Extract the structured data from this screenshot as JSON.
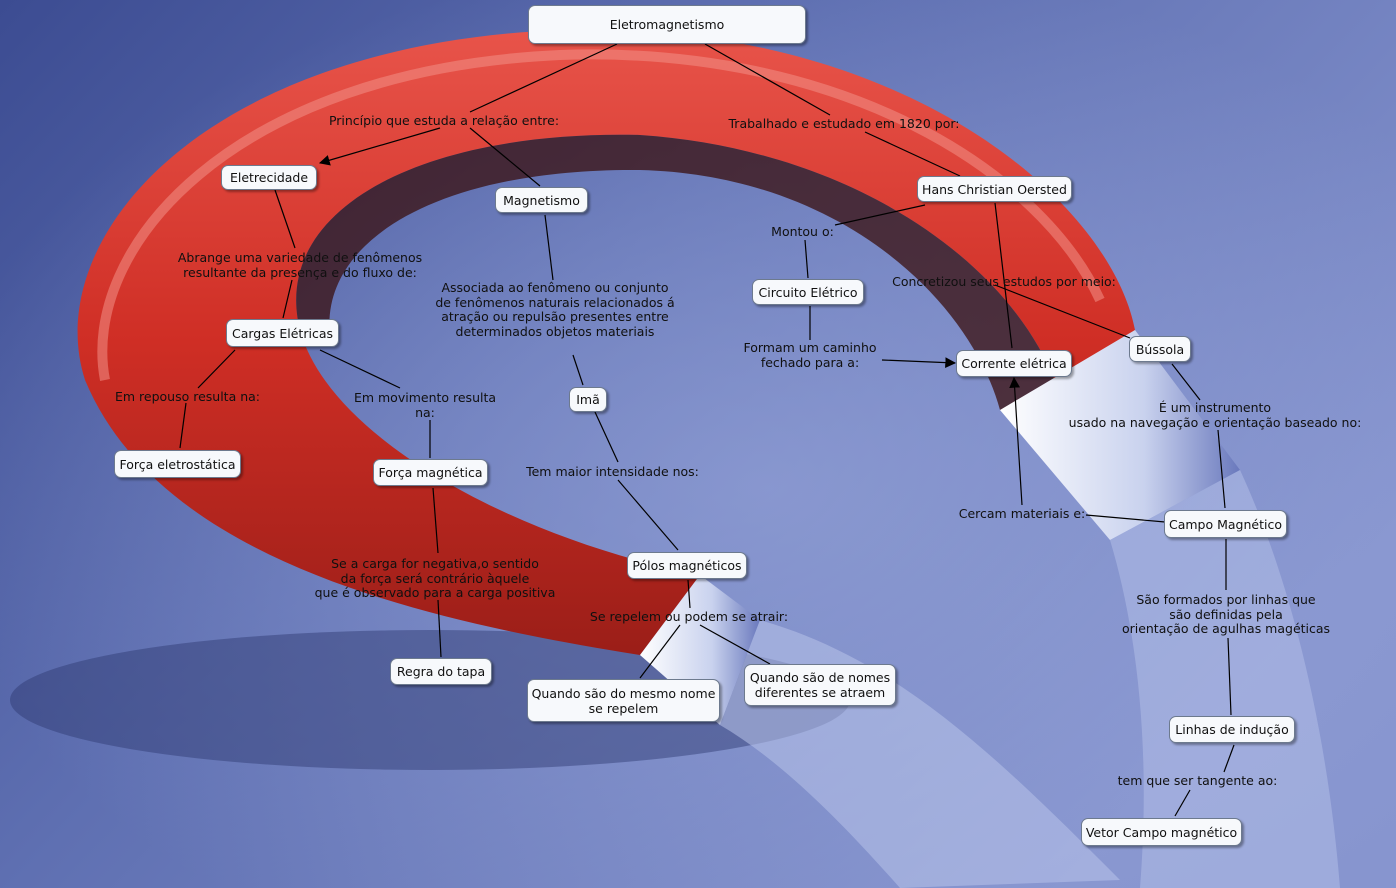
{
  "nodes": {
    "eletromagnetismo": "Eletromagnetismo",
    "eletrecidade": "Eletrecidade",
    "magnetismo": "Magnetismo",
    "hans": "Hans Christian Oersted",
    "circuito": "Circuito Elétrico",
    "cargas": "Cargas Elétricas",
    "corrente": "Corrente elétrica",
    "bussola": "Bússola",
    "ima": "Imã",
    "forca_eletro": "Força eletrostática",
    "forca_mag": "Força magnética",
    "campo": "Campo Magnético",
    "polos": "Pólos magnéticos",
    "regra": "Regra do tapa",
    "mesmo_nome": "Quando são do mesmo nome\nse repelem",
    "nomes_dif": "Quando são de nomes\ndiferentes se atraem",
    "linhas": "Linhas de indução",
    "vetor": "Vetor Campo magnético"
  },
  "labels": {
    "principio": "Princípio que estuda a relação entre:",
    "trabalhado": "Trabalhado e estudado em 1820 por:",
    "abrange": "Abrange uma variedade de fenômenos\nresultante da presença e do fluxo de:",
    "associada": "Associada ao fenômeno ou conjunto\nde fenômenos naturais relacionados á\natração ou repulsão presentes entre\ndeterminados objetos materiais",
    "repouso": "Em repouso resulta na:",
    "movimento": "Em movimento resulta\nna:",
    "tem_maior": "Tem maior intensidade nos:",
    "se_carga": "Se a carga for negativa,o sentido\nda força será contrário àquele\nque é observado para a carga positiva",
    "se_repelem": "Se repelem ou podem se atrair:",
    "montou": "Montou o:",
    "concretizou": "Concretizou seus estudos por meio:",
    "formam": "Formam um caminho\nfechado para a:",
    "instrumento": "É um instrumento\nusado na navegação e orientação baseado no:",
    "cercam": "Cercam materiais e:",
    "formados": "São formados por linhas que\nsão definidas pela\norientação de agulhas magéticas",
    "tangente": "tem que ser tangente ao:"
  },
  "colors": {
    "magnet_red": "#d9332a",
    "background_blue": "#6f7fbf",
    "node_fill": "#f7f9fc"
  }
}
